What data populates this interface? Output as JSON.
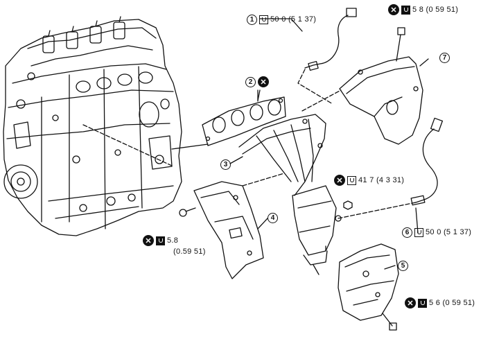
{
  "callouts": {
    "c1": {
      "num": "1",
      "torque": "50 0 (5 1  37)"
    },
    "c2": {
      "num": "2"
    },
    "c3": {
      "num": "3"
    },
    "c4": {
      "num": "4"
    },
    "c5": {
      "num": "5"
    },
    "c6": {
      "num": "6",
      "torque": "50 0 (5 1  37)"
    },
    "c7": {
      "num": "7"
    }
  },
  "torques": {
    "top_bolt": "5 8 (0 59  51)",
    "mid_nut": "41 7 (4 3  31)",
    "left_bolt_line1": "5.8",
    "left_bolt_line2": "(0.59  51)",
    "bottom_bolt": "5 6 (0 59  51)"
  },
  "icons": {
    "x_mark": "✕",
    "reuse_mark": "do-not-reuse-icon",
    "torque_mark": "torque-wrench-icon"
  }
}
